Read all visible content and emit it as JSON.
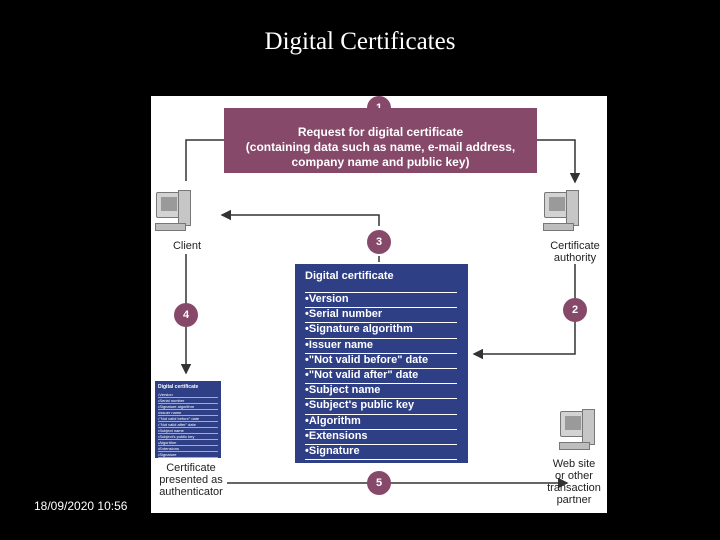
{
  "slide": {
    "title": "Digital Certificates",
    "footer_date": "18/09/2020 10:56"
  },
  "colors": {
    "background": "#000000",
    "request_box": "#86496a",
    "certificate_box": "#2e3f86",
    "badges": "#86496a",
    "arrows": "#333333"
  },
  "diagram": {
    "steps": [
      "1",
      "2",
      "3",
      "4",
      "5"
    ],
    "request_box_lines": [
      "Request for digital certificate",
      "(containing data such as name, e-mail address,",
      "company name and public key)"
    ],
    "client_label": "Client",
    "ca_label_lines": [
      "Certificate",
      "authority"
    ],
    "web_site_label_lines": [
      "Web site",
      "or other",
      "transaction",
      "partner"
    ],
    "presented_label_lines": [
      "Certificate",
      "presented as",
      "authenticator"
    ],
    "certificate": {
      "title": "Digital certificate",
      "fields": [
        "•Version",
        "•Serial number",
        "•Signature algorithm",
        "•Issuer name",
        "•\"Not valid before\" date",
        "•\"Not valid after\" date",
        "•Subject name",
        "•Subject's public key",
        "•Algorithm",
        "•Extensions",
        "•Signature"
      ]
    },
    "computer_icons": [
      "client-computer-icon",
      "certificate-authority-computer-icon",
      "web-site-computer-icon"
    ]
  }
}
